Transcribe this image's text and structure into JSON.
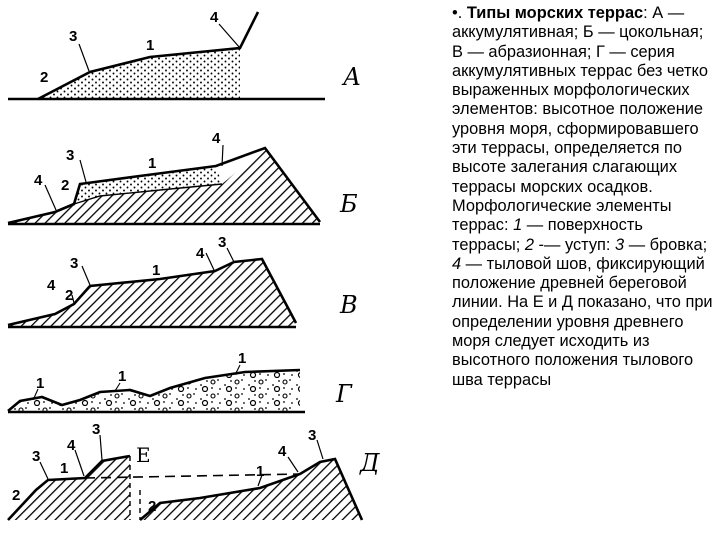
{
  "caption": {
    "prefix": "•. ",
    "title": "Типы морских террас",
    "text": ": А — аккумулятивная; Б — цокольная; В — абразионная; Г — серия аккумулятивных террас без четко выраженных морфологических элементов: высотное положение уровня моря, сформировавшего эти террасы, определяется по высоте залегания слагающих террасы морских осадков. Морфологические элементы террас: ",
    "n1": "1",
    "t1": " — поверхность террасы; ",
    "n2": "2",
    "t2": " -— уступ: ",
    "n3": "3",
    "t3": " — бровка; ",
    "n4": "4",
    "t4": " — тыловой шов, фиксирующий положение древней береговой линии. На Е и Д показано, что при определении уровня древнего моря следует исходить из высотного положения тылового шва террасы"
  },
  "panels": {
    "A": {
      "letter": "А",
      "labels": [
        "1",
        "2",
        "3",
        "4"
      ]
    },
    "B": {
      "letter": "Б",
      "labels": [
        "1",
        "2",
        "3",
        "4",
        "4"
      ]
    },
    "V": {
      "letter": "В",
      "labels": [
        "1",
        "2",
        "3",
        "3",
        "4"
      ]
    },
    "G": {
      "letter": "Г",
      "labels": [
        "1",
        "1",
        "1"
      ]
    },
    "E": {
      "letter": "Е",
      "labels": [
        "3",
        "1",
        "4",
        "3",
        "2"
      ]
    },
    "D": {
      "letter": "Д",
      "labels": [
        "2",
        "1",
        "4",
        "3"
      ]
    }
  }
}
